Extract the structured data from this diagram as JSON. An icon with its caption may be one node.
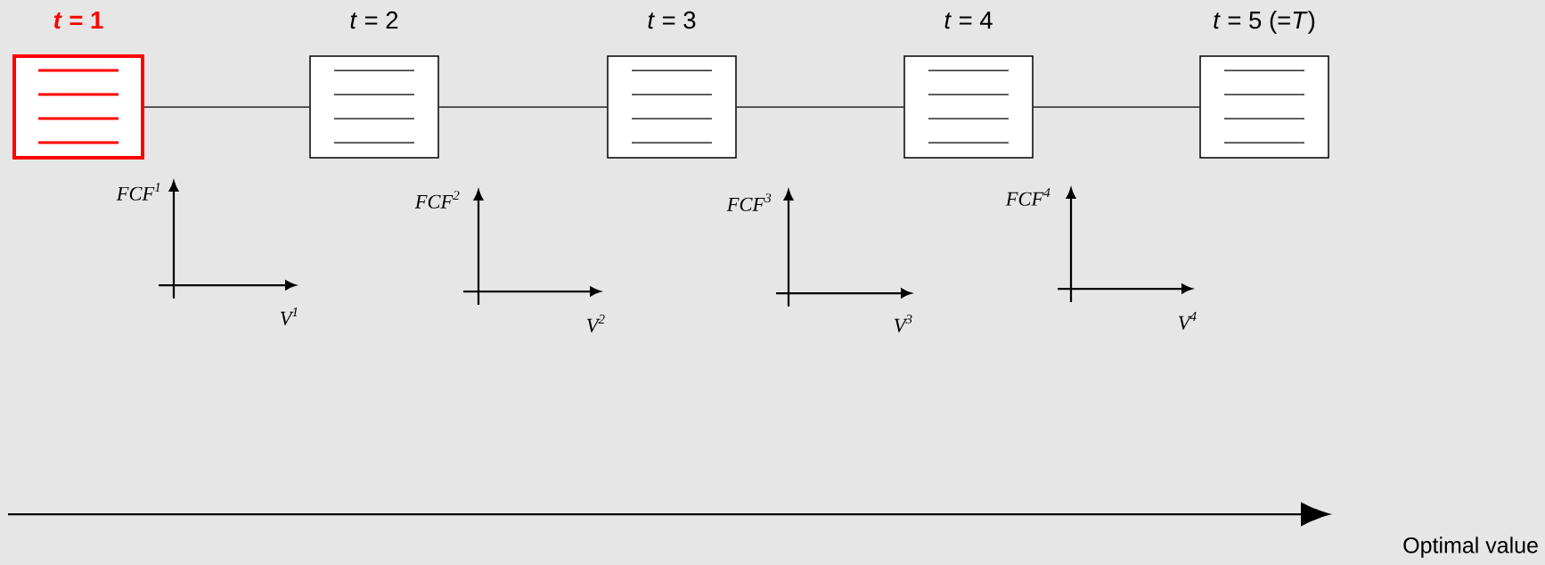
{
  "diagram": {
    "nodes": [
      {
        "text": [
          "*t* = 1"
        ]
      },
      {
        "text": [
          "*t* = 2"
        ]
      },
      {
        "text": [
          "*t* = 3"
        ]
      },
      {
        "text": [
          "*t* = 4"
        ]
      },
      {
        "text": [
          "*t* = 5 (=*T*)"
        ]
      }
    ],
    "edges": [
      {
        "from": 0,
        "to": 1,
        "arrow": "none"
      },
      {
        "from": 1,
        "to": 2,
        "arrow": "none"
      },
      {
        "from": 2,
        "to": 3,
        "arrow": "none"
      },
      {
        "from": 3,
        "to": 4,
        "arrow": "none"
      }
    ],
    "labels": [
      "FCF$^{1}$",
      "V$^{1}$",
      "FCF$^{2}$",
      "V$^{2}$",
      "FCF$^{3}$",
      "V$^{3}$",
      "FCF$^{4}$",
      "V$^{4}$",
      "Optimal value"
    ]
  }
}
